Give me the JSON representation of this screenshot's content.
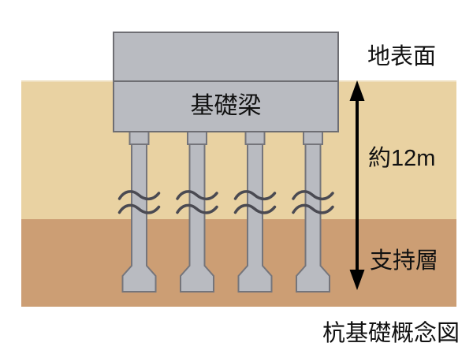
{
  "labels": {
    "ground_surface": "地表面",
    "foundation_beam": "基礎梁",
    "depth": "約12m",
    "support_layer": "支持層"
  },
  "caption": "杭基礎概念図",
  "diagram": {
    "type": "pile-foundation-concept",
    "pile_count": 4
  },
  "colors": {
    "bg": "#ffffff",
    "soil_upper": "#e9d2a2",
    "soil_lower": "#cc9e74",
    "structure_fill": "#b9bbc1",
    "structure_stroke": "#6e6e73",
    "pile_fill": "#b9bbc1",
    "pile_stroke": "#75757b",
    "wave": "#4a4a52",
    "arrow": "#000000",
    "text": "#111111"
  }
}
